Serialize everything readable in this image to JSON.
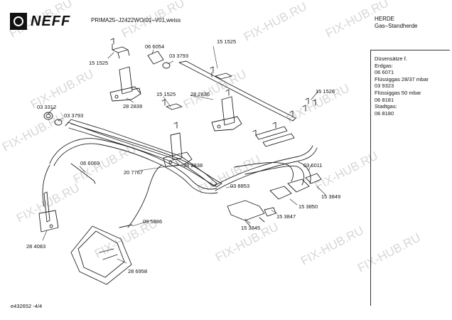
{
  "brand": {
    "name": "NEFF"
  },
  "header": {
    "model": "PRIMA25–J2422WO/01–V01,weiss",
    "category": "HERDE",
    "subcategory": "Gas–Standherde"
  },
  "watermark": "FIX-HUB.RU",
  "jets": [
    "Düsensätze f.",
    "Erdgas:",
    "06 6071",
    "Flüssiggas 28/37 mbar",
    "03 9323",
    "Flüssiggas 50 mbar",
    "06 8181",
    "Stadtgas:",
    "06 8180"
  ],
  "parts": [
    "15 1525",
    "06 6054",
    "03 3793",
    "15 1525",
    "15 1525",
    "28 2836",
    "15 1526",
    "28 2839",
    "03 3312",
    "03 3793",
    "28 2838",
    "06 6069",
    "20 7767",
    "03 8853",
    "03 6011",
    "15 3849",
    "15 3850",
    "15 3847",
    "15 3845",
    "09 5886",
    "28 4083",
    "28 6958"
  ],
  "footer": "e432652  -4/4"
}
